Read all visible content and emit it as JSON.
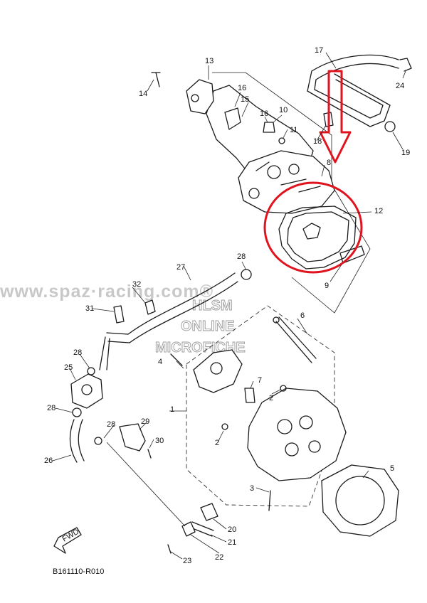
{
  "diagram": {
    "code": "B161110-R010",
    "fwd_label": "FWD",
    "watermark": "www.spaz·racing.com®",
    "stamp_lines": [
      "HLSM",
      "ONLINE",
      "MICROFICHE"
    ],
    "highlight_color": "#e0141e",
    "callouts": [
      {
        "id": "c1",
        "label": "1"
      },
      {
        "id": "c2a",
        "label": "2"
      },
      {
        "id": "c2b",
        "label": "2"
      },
      {
        "id": "c3",
        "label": "3"
      },
      {
        "id": "c4",
        "label": "4"
      },
      {
        "id": "c5",
        "label": "5"
      },
      {
        "id": "c6",
        "label": "6"
      },
      {
        "id": "c7",
        "label": "7"
      },
      {
        "id": "c8",
        "label": "8"
      },
      {
        "id": "c9",
        "label": "9"
      },
      {
        "id": "c10",
        "label": "10"
      },
      {
        "id": "c11",
        "label": "11"
      },
      {
        "id": "c12",
        "label": "12"
      },
      {
        "id": "c13",
        "label": "13"
      },
      {
        "id": "c14",
        "label": "14"
      },
      {
        "id": "c15",
        "label": "15"
      },
      {
        "id": "c16a",
        "label": "16"
      },
      {
        "id": "c16b",
        "label": "16"
      },
      {
        "id": "c17",
        "label": "17"
      },
      {
        "id": "c18",
        "label": "18"
      },
      {
        "id": "c19",
        "label": "19"
      },
      {
        "id": "c20",
        "label": "20"
      },
      {
        "id": "c21",
        "label": "21"
      },
      {
        "id": "c22",
        "label": "22"
      },
      {
        "id": "c23",
        "label": "23"
      },
      {
        "id": "c24",
        "label": "24"
      },
      {
        "id": "c25",
        "label": "25"
      },
      {
        "id": "c26",
        "label": "26"
      },
      {
        "id": "c27",
        "label": "27"
      },
      {
        "id": "c28a",
        "label": "28"
      },
      {
        "id": "c28b",
        "label": "28"
      },
      {
        "id": "c28c",
        "label": "28"
      },
      {
        "id": "c28d",
        "label": "28"
      },
      {
        "id": "c29",
        "label": "29"
      },
      {
        "id": "c30",
        "label": "30"
      },
      {
        "id": "c31",
        "label": "31"
      },
      {
        "id": "c32",
        "label": "32"
      }
    ]
  }
}
